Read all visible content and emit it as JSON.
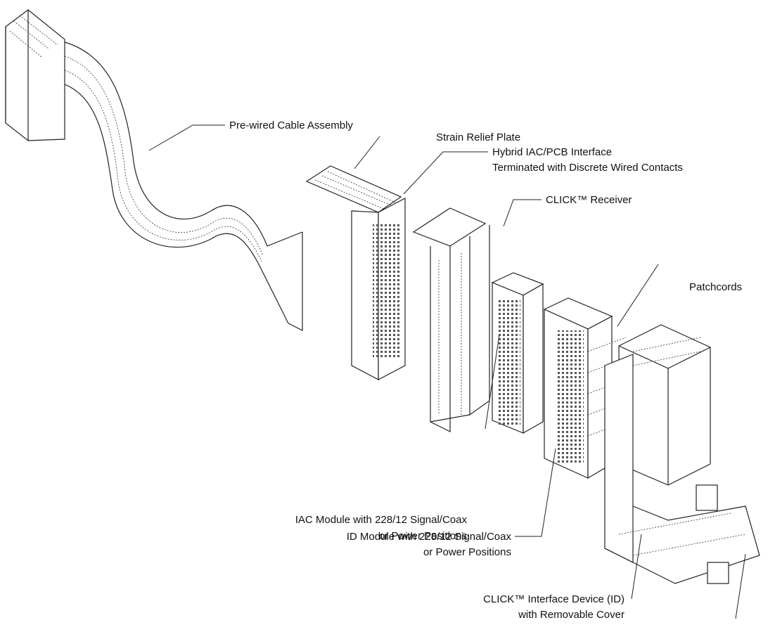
{
  "labels": {
    "cable_assembly": "Pre-wired Cable Assembly",
    "strain_relief": "Strain Relief Plate",
    "hybrid_line1": "Hybrid IAC/PCB Interface",
    "hybrid_line2": "Terminated with Discrete Wired Contacts",
    "click_receiver": "CLICK™ Receiver",
    "patchcords": "Patchcords",
    "iac_line1": "IAC Module with 228/12 Signal/Coax",
    "iac_line2": "or Power Positions",
    "id_line1": "ID Module with 228/12 Signal/Coax",
    "id_line2": "or Power Positions",
    "cid_line1": "CLICK™ Interface Device (ID)",
    "cid_line2": "with Removable Cover"
  }
}
